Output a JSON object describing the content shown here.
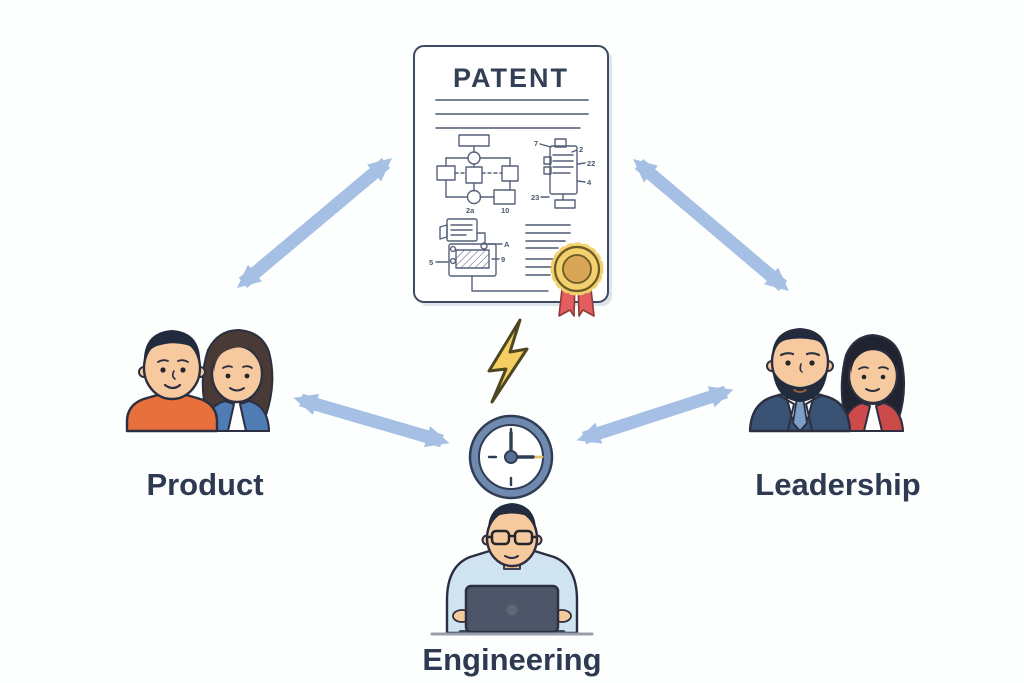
{
  "diagram": {
    "patent": {
      "title": "PATENT",
      "flowchart_labels": [
        "2a",
        "10"
      ],
      "device_labels": [
        "7",
        "2",
        "22",
        "4",
        "23"
      ],
      "machine_labels": [
        "5",
        "9",
        "A"
      ]
    },
    "groups": {
      "product": {
        "label": "Product"
      },
      "leadership": {
        "label": "Leadership"
      },
      "engineering": {
        "label": "Engineering"
      }
    },
    "connections": [
      {
        "from": "product",
        "to": "patent",
        "style": "double-arrow"
      },
      {
        "from": "leadership",
        "to": "patent",
        "style": "double-arrow"
      },
      {
        "from": "product",
        "to": "center-clock",
        "style": "double-arrow"
      },
      {
        "from": "leadership",
        "to": "center-clock",
        "style": "double-arrow"
      }
    ],
    "icons": [
      "lightning-bolt-icon",
      "clock-icon",
      "award-seal-icon",
      "laptop-icon"
    ],
    "colors": {
      "background": "#fdfffe",
      "arrow_blue": "#a5c0e4",
      "label_text": "#2e3a52",
      "outline": "#2b2f40",
      "bolt_yellow": "#f6cf63",
      "clock_ring_blue": "#7089ae",
      "seal_gold": "#f2d06b",
      "seal_core_gold": "#d9a556",
      "ribbon_red": "#e35f5f",
      "shirt_orange": "#e8703d",
      "jacket_blue": "#4f7cb5",
      "suit_navy": "#3a5273",
      "jacket_red": "#cd4a4a",
      "shirt_light_blue": "#cfe3f0",
      "laptop_slate": "#4d5668"
    }
  }
}
